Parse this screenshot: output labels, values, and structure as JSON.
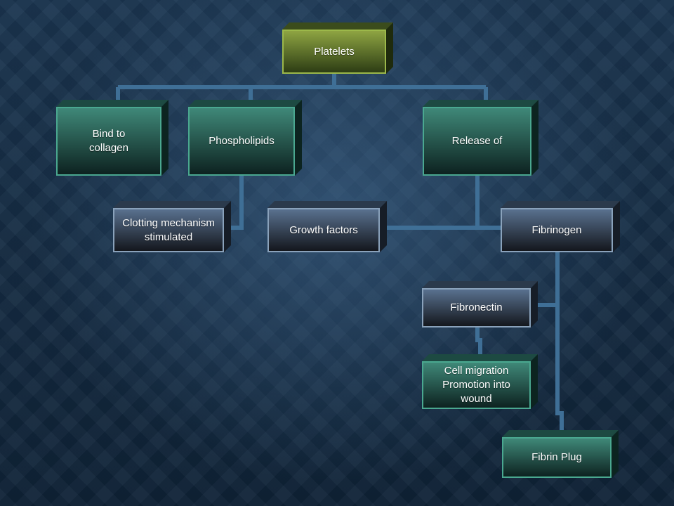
{
  "diagram": {
    "nodes": [
      {
        "id": "platelets",
        "label": "Platelets",
        "style": "green"
      },
      {
        "id": "bind",
        "label": "Bind to\ncollagen",
        "style": "teal"
      },
      {
        "id": "phospholipids",
        "label": "Phospholipids",
        "style": "teal"
      },
      {
        "id": "release",
        "label": "Release of",
        "style": "teal"
      },
      {
        "id": "clotting",
        "label": "Clotting mechanism\nstimulated",
        "style": "slate"
      },
      {
        "id": "growth",
        "label": "Growth factors",
        "style": "slate"
      },
      {
        "id": "fibrinogen",
        "label": "Fibrinogen",
        "style": "slate"
      },
      {
        "id": "fibronectin",
        "label": "Fibronectin",
        "style": "slate"
      },
      {
        "id": "cellmig",
        "label": "Cell migration\nPromotion into\nwound",
        "style": "teal"
      },
      {
        "id": "fibrin",
        "label": "Fibrin Plug",
        "style": "teal"
      }
    ],
    "edges": [
      {
        "from": "platelets",
        "to": "bind"
      },
      {
        "from": "platelets",
        "to": "phospholipids"
      },
      {
        "from": "platelets",
        "to": "release"
      },
      {
        "from": "phospholipids",
        "to": "clotting"
      },
      {
        "from": "release",
        "to": "growth"
      },
      {
        "from": "release",
        "to": "fibrinogen"
      },
      {
        "from": "fibrinogen",
        "to": "fibronectin"
      },
      {
        "from": "fibronectin",
        "to": "cellmig"
      },
      {
        "from": "fibrinogen",
        "to": "fibrin"
      }
    ],
    "colors": {
      "connector": "#3f6f96",
      "green": "#9cb84a",
      "teal": "#4aa890",
      "slate": "#8aa2bb"
    }
  }
}
